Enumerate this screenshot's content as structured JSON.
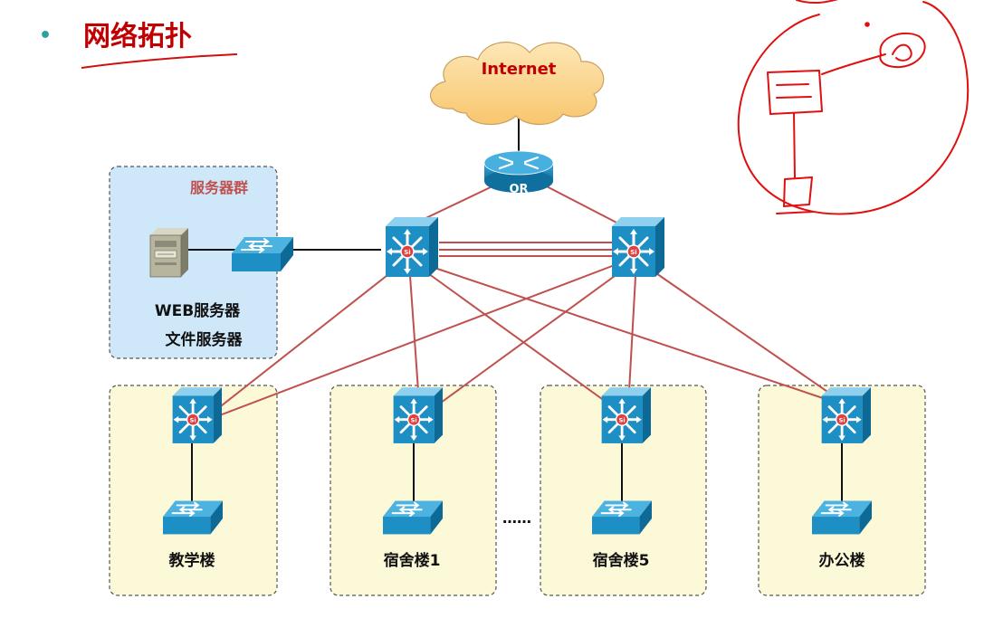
{
  "slide": {
    "bullet": "•",
    "title": "网络拓扑"
  },
  "internet": {
    "label": "Internet"
  },
  "router": {
    "label": "OR"
  },
  "server_group": {
    "title": "服务器群",
    "server_line1": "WEB服务器",
    "server_line2": "文件服务器"
  },
  "buildings": [
    {
      "label": "教学楼"
    },
    {
      "label": "宿舍楼1"
    },
    {
      "label": "宿舍楼5"
    },
    {
      "label": "办公楼"
    }
  ],
  "ellipsis": "……",
  "colors": {
    "title_red": "#c00000",
    "link_red": "#c0504d",
    "cloud_fill": "#fcd58b",
    "server_box_fill": "#cfe8f9",
    "building_box_fill": "#fbf9d7",
    "device_blue": "#1d8fc4",
    "annotation_red": "#e01010"
  },
  "icons": [
    "cloud-icon",
    "router-icon",
    "l3-switch-icon",
    "l2-switch-icon",
    "server-icon"
  ]
}
